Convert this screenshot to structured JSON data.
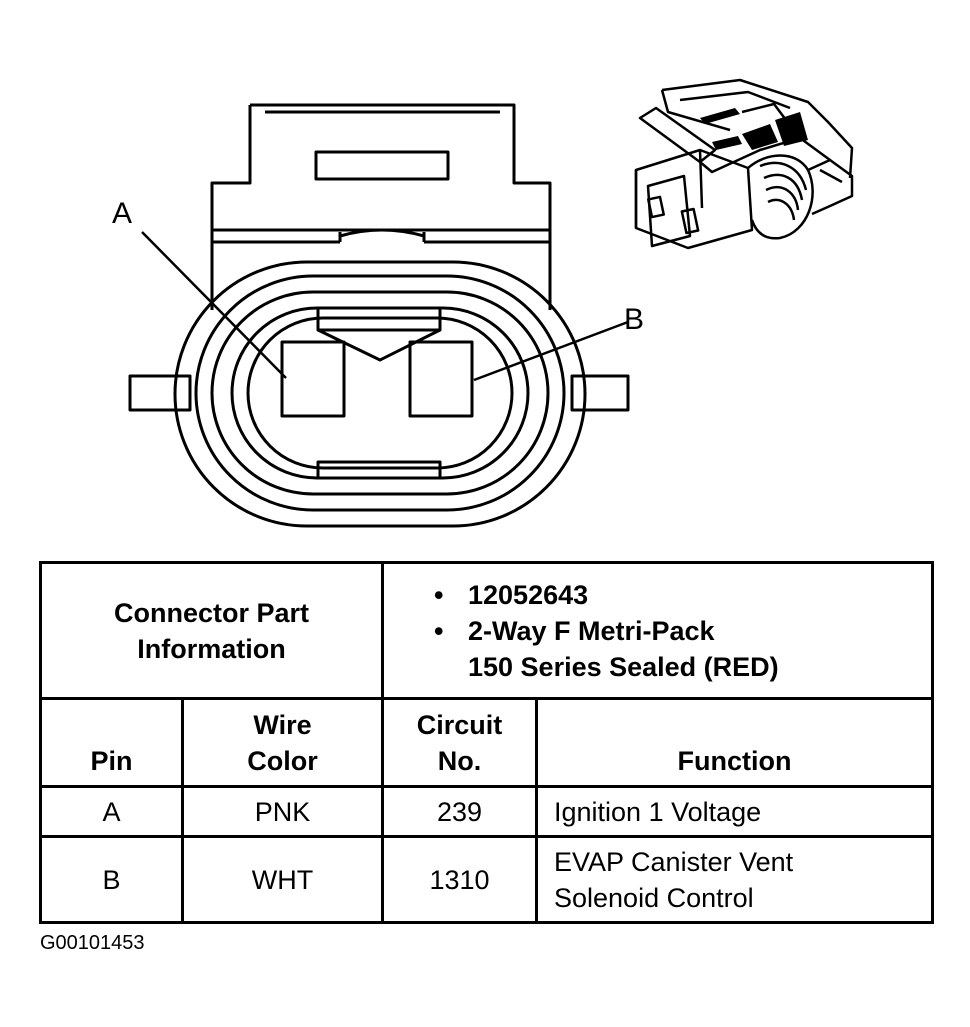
{
  "callouts": {
    "pin_a": "A",
    "pin_b": "B"
  },
  "table": {
    "info_label_line1": "Connector Part",
    "info_label_line2": "Information",
    "part_number": "12052643",
    "connector_line1": "2-Way F Metri-Pack",
    "connector_line2": "150 Series Sealed (RED)",
    "headers": {
      "pin": "Pin",
      "wire_color_1": "Wire",
      "wire_color_2": "Color",
      "circuit_1": "Circuit",
      "circuit_2": "No.",
      "function": "Function"
    },
    "rows": [
      {
        "pin": "A",
        "color": "PNK",
        "circuit": "239",
        "function_1": "Ignition 1 Voltage",
        "function_2": ""
      },
      {
        "pin": "B",
        "color": "WHT",
        "circuit": "1310",
        "function_1": "EVAP Canister Vent",
        "function_2": "Solenoid Control"
      }
    ]
  },
  "figure_id": "G00101453"
}
